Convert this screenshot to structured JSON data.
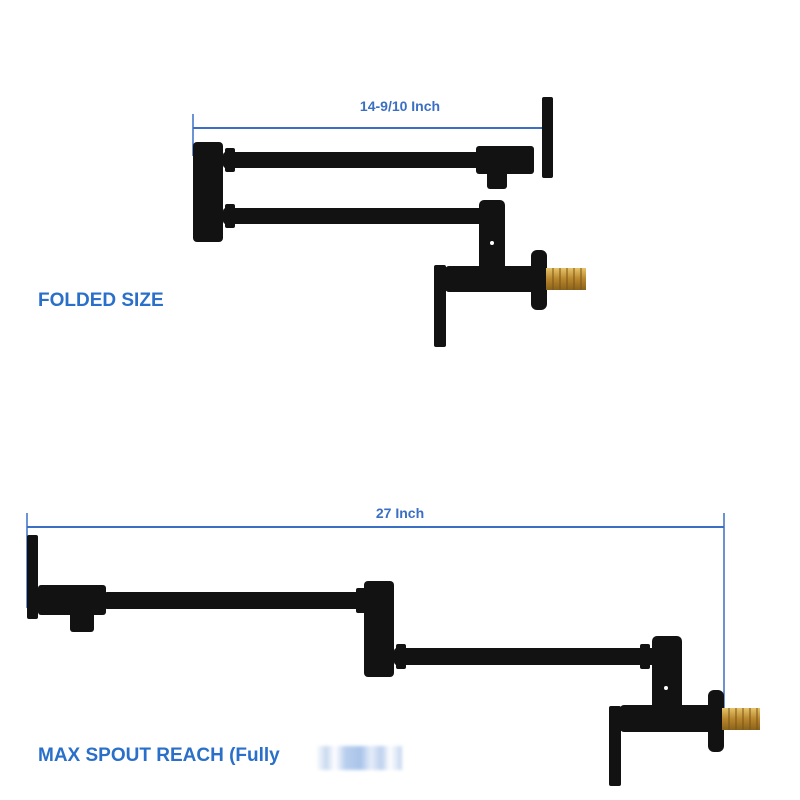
{
  "colors": {
    "dimension_line": "#3b6fc4",
    "dimension_text": "#3b6fc4",
    "caption_text": "#2a6fc9",
    "faucet_body": "#121212",
    "brass_fitting": "#c9a040"
  },
  "folded": {
    "dimension_label": "14-9/10 Inch",
    "caption": "FOLDED SIZE"
  },
  "extended": {
    "dimension_label": "27 Inch",
    "caption": "MAX SPOUT REACH (Fully"
  }
}
